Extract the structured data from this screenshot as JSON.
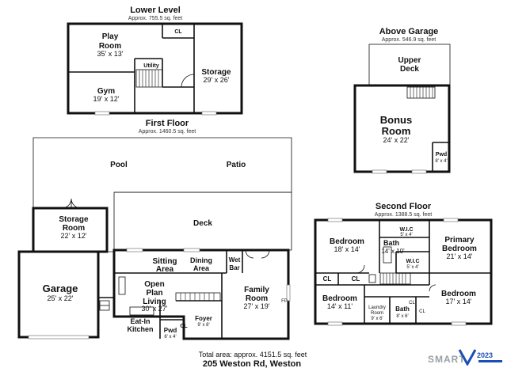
{
  "levels": {
    "lower": {
      "title": "Lower Level",
      "area": "Approx. 755.5 sq. feet"
    },
    "above_garage": {
      "title": "Above Garage",
      "area": "Approx. 546.9 sq. feet"
    },
    "first": {
      "title": "First Floor",
      "area": "Approx. 1460.5 sq. feet"
    },
    "second": {
      "title": "Second Floor",
      "area": "Approx. 1388.5 sq. feet"
    }
  },
  "rooms": {
    "play_room": {
      "name1": "Play",
      "name2": "Room",
      "dims": "35' x 13'"
    },
    "gym": {
      "name": "Gym",
      "dims": "19' x 12'"
    },
    "utility": {
      "name": "Utility"
    },
    "lower_cl": {
      "name": "CL"
    },
    "storage_lower": {
      "name": "Storage",
      "dims": "29' x 26'"
    },
    "upper_deck": {
      "name1": "Upper",
      "name2": "Deck"
    },
    "bonus_room": {
      "name1": "Bonus",
      "name2": "Room",
      "dims": "24' x 22'"
    },
    "pwd_above": {
      "name": "Pwd",
      "dims": "8' x 4'"
    },
    "pool": {
      "name": "Pool"
    },
    "patio": {
      "name": "Patio"
    },
    "deck": {
      "name": "Deck"
    },
    "storage_room": {
      "name1": "Storage",
      "name2": "Room",
      "dims": "22' x 12'"
    },
    "garage": {
      "name": "Garage",
      "dims": "25' x 22'"
    },
    "sitting_area": {
      "name1": "Sitting",
      "name2": "Area"
    },
    "dining_area": {
      "name1": "Dining",
      "name2": "Area"
    },
    "wet_bar": {
      "name1": "Wet",
      "name2": "Bar"
    },
    "family_room": {
      "name1": "Family",
      "name2": "Room",
      "dims": "27' x 19'"
    },
    "open_plan": {
      "name1": "Open",
      "name2": "Plan",
      "name3": "Living",
      "dims": "30' x 27'"
    },
    "eat_in_kitchen": {
      "name1": "Eat-In",
      "name2": "Kitchen"
    },
    "pwd_first": {
      "name": "Pwd",
      "dims": "6' x 4'"
    },
    "cl_first": {
      "name": "CL"
    },
    "foyer": {
      "name": "Foyer",
      "dims": "9' x 8'"
    },
    "fp_label": {
      "name": "FP"
    },
    "bedroom_a": {
      "name": "Bedroom",
      "dims": "18' x 14'"
    },
    "wic_a": {
      "name": "W.I.C",
      "dims": "5' x 4'"
    },
    "bath_a": {
      "name": "Bath",
      "dims": "14' x 10'"
    },
    "primary_bedroom": {
      "name1": "Primary",
      "name2": "Bedroom",
      "dims": "21' x 14'"
    },
    "wic_b": {
      "name": "W.I.C",
      "dims": "5' x 4'"
    },
    "cl_a": {
      "name": "CL"
    },
    "cl_b": {
      "name": "CL"
    },
    "bedroom_b": {
      "name": "Bedroom",
      "dims": "14' x 11'"
    },
    "laundry": {
      "name1": "Laundry",
      "name2": "Room",
      "dims": "9' x 6'"
    },
    "bath_b": {
      "name": "Bath",
      "dims": "8' x 6'"
    },
    "cl_c": {
      "name": "CL"
    },
    "cl_d": {
      "name": "CL"
    },
    "bedroom_c": {
      "name": "Bedroom",
      "dims": "17' x 14'"
    }
  },
  "footer": {
    "total_area": "Total area: approx. 4151.5 sq. feet",
    "address": "205 Weston Rd, Weston"
  },
  "logo": {
    "text": "SMART",
    "badge": "2023"
  },
  "colors": {
    "wall": "#111111",
    "logo_grey": "#9aa0a6",
    "logo_blue": "#1a4fb5"
  }
}
